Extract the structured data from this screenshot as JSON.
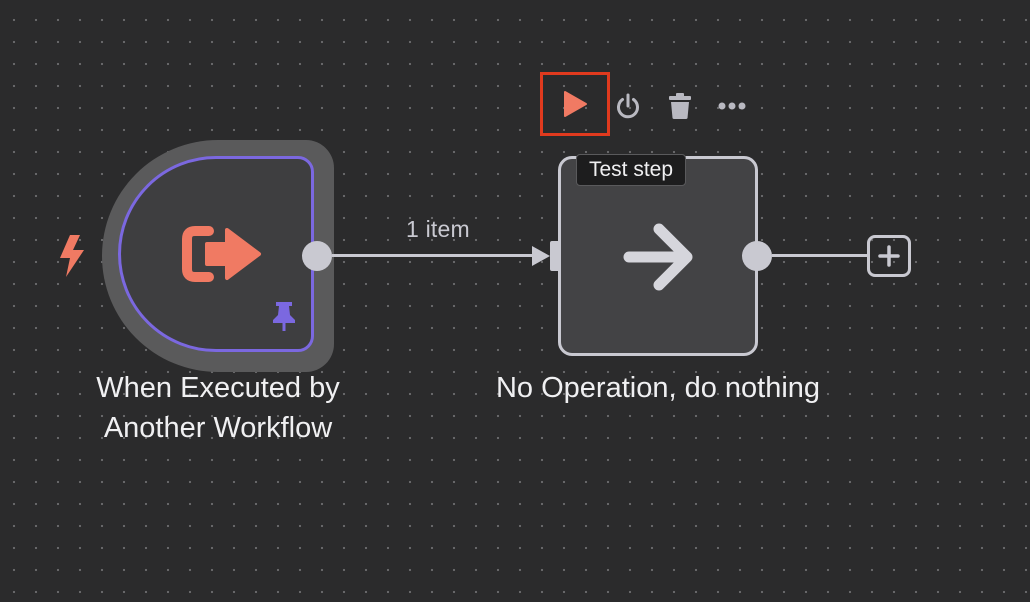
{
  "canvas": {
    "connection_label": "1 item"
  },
  "trigger_node": {
    "label_line1": "When Executed by",
    "label_line2": "Another Workflow",
    "icon": "sign-out-icon",
    "badge_icon": "pin-icon",
    "trigger_marker_icon": "bolt-icon"
  },
  "noop_node": {
    "label": "No Operation, do nothing",
    "icon": "arrow-right-icon"
  },
  "node_toolbar": {
    "buttons": [
      "play-icon",
      "power-icon",
      "trash-icon",
      "ellipsis-icon"
    ],
    "tooltip": "Test step"
  },
  "colors": {
    "background": "#2b2b2c",
    "accent_orange": "#f07a63",
    "pinned_purple": "#7b68e0",
    "highlight_red": "#e03a1e",
    "connector": "#c9c9d1"
  }
}
